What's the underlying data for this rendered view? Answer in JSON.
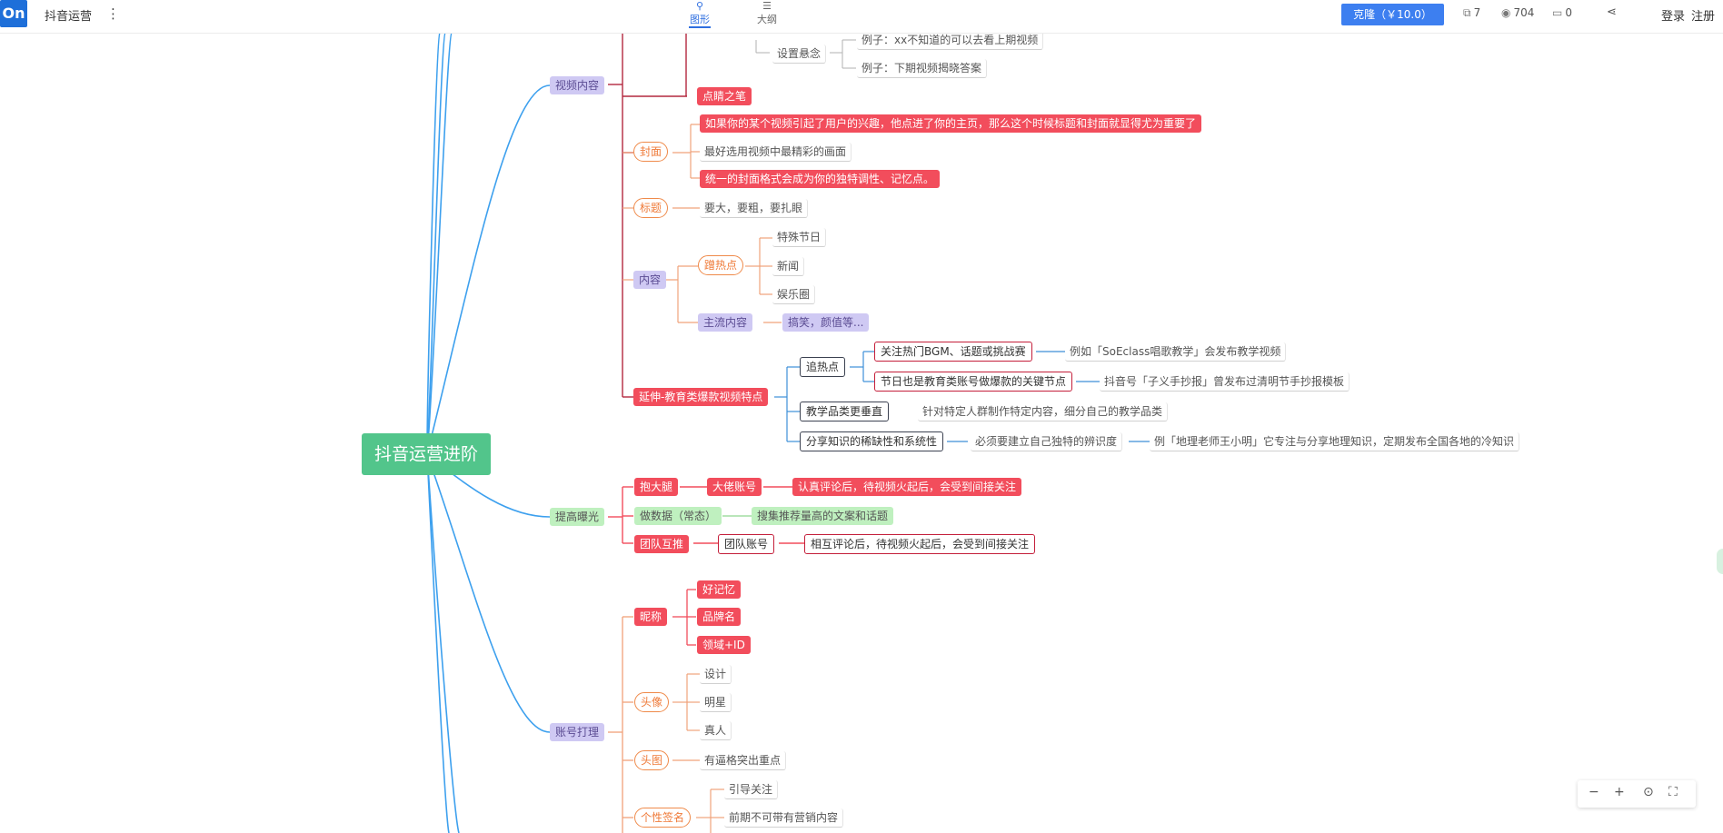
{
  "app": {
    "logo": "On",
    "title": "抖音运营",
    "more_icon": "vertical-dots-icon",
    "view_tabs": [
      {
        "label": "图形",
        "icon": "mindmap-icon",
        "active": true
      },
      {
        "label": "大纲",
        "icon": "outline-list-icon",
        "active": false
      }
    ],
    "clone_label": "克隆（￥10.0）",
    "stats": {
      "copies": "7",
      "views": "704",
      "comments": "0"
    },
    "login": "登录",
    "register": "注册",
    "accent_color": "#3d7ff0"
  },
  "mindmap": {
    "root": "抖音运营进阶",
    "branches": {
      "video": {
        "label": "视频内容",
        "suspense": "设置悬念",
        "suspense_examples": [
          "例子：xx不知道的可以去看上期视频",
          "例子：下期视频揭晓答案"
        ],
        "finishing_touch": "点睛之笔",
        "cover": {
          "label": "封面",
          "items": [
            "如果你的某个视频引起了用户的兴趣，他点进了你的主页，那么这个时候标题和封面就显得尤为重要了",
            "最好选用视频中最精彩的画面",
            "统一的封面格式会成为你的独特调性、记忆点。"
          ]
        },
        "title_node": {
          "label": "标题",
          "desc": "要大，要粗，要扎眼"
        },
        "content": {
          "label": "内容",
          "hot": "蹭热点",
          "hot_items": [
            "特殊节日",
            "新闻",
            "娱乐圈"
          ],
          "mainstream": "主流内容",
          "mainstream_desc": "搞笑，颜值等..."
        },
        "edu": {
          "label": "延伸-教育类爆款视频特点",
          "chase": "追热点",
          "chase_items": [
            "关注热门BGM、话题或挑战赛",
            "节日也是教育类账号做爆款的关键节点"
          ],
          "chase_examples": [
            "例如「SoEclass唱歌教学」会发布教学视频",
            "抖音号「子义手抄报」曾发布过清明节手抄报模板"
          ],
          "vertical": "教学品类更垂直",
          "vertical_desc": "针对特定人群制作特定内容，细分自己的教学品类",
          "share": "分享知识的稀缺性和系统性",
          "share_desc": "必须要建立自己独特的辨识度",
          "share_example": "例「地理老师王小明」它专注与分享地理知识，定期发布全国各地的冷知识"
        }
      },
      "exposure": {
        "label": "提高曝光",
        "hug": "抱大腿",
        "big_account": "大佬账号",
        "big_desc": "认真评论后，待视频火起后，会受到间接关注",
        "data": "做数据（常态）",
        "data_desc": "搜集推荐量高的文案和话题",
        "team": "团队互推",
        "team_account": "团队账号",
        "team_desc": "相互评论后，待视频火起后，会受到间接关注"
      },
      "account": {
        "label": "账号打理",
        "nickname": "昵称",
        "nickname_items": [
          "好记忆",
          "品牌名",
          "领域+ID"
        ],
        "avatar": "头像",
        "avatar_items": [
          "设计",
          "明星",
          "真人"
        ],
        "header": "头图",
        "header_desc": "有逼格突出重点",
        "sign": "个性签名",
        "sign_items": [
          "引导关注",
          "前期不可带有营销内容"
        ]
      }
    }
  },
  "zoom_controls": {
    "zoom_out": "minus-icon",
    "zoom_in": "plus-icon",
    "locate": "target-icon",
    "fullscreen": "fullscreen-icon"
  }
}
